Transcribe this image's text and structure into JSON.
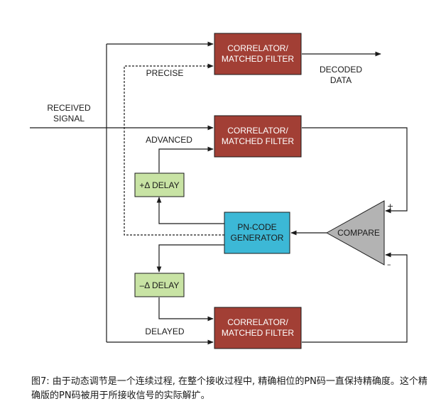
{
  "colors": {
    "correlator_fill": "#a23f35",
    "delay_fill": "#c8e3a4",
    "pn_fill": "#3cb8d6",
    "compare_fill": "#b3b3b3"
  },
  "diagram": {
    "correlator_top": {
      "line1": "CORRELATOR/",
      "line2": "MATCHED FILTER"
    },
    "correlator_mid": {
      "line1": "CORRELATOR/",
      "line2": "MATCHED FILTER"
    },
    "correlator_bot": {
      "line1": "CORRELATOR/",
      "line2": "MATCHED FILTER"
    },
    "plus_delay": "+Δ DELAY",
    "minus_delay": "–Δ DELAY",
    "pn_generator": {
      "line1": "PN-CODE",
      "line2": "GENERATOR"
    },
    "compare": "COMPARE",
    "compare_plus": "+",
    "compare_minus": "–",
    "received_signal": {
      "line1": "RECEIVED",
      "line2": "SIGNAL"
    },
    "decoded_data": {
      "line1": "DECODED",
      "line2": "DATA"
    },
    "precise": "PRECISE",
    "advanced": "ADVANCED",
    "delayed": "DELAYED"
  },
  "caption": "图7: 由于动态调节是一个连续过程, 在整个接收过程中, 精确相位的PN码一直保持精确度。这个精确版的PN码被用于所接收信号的实际解扩。"
}
